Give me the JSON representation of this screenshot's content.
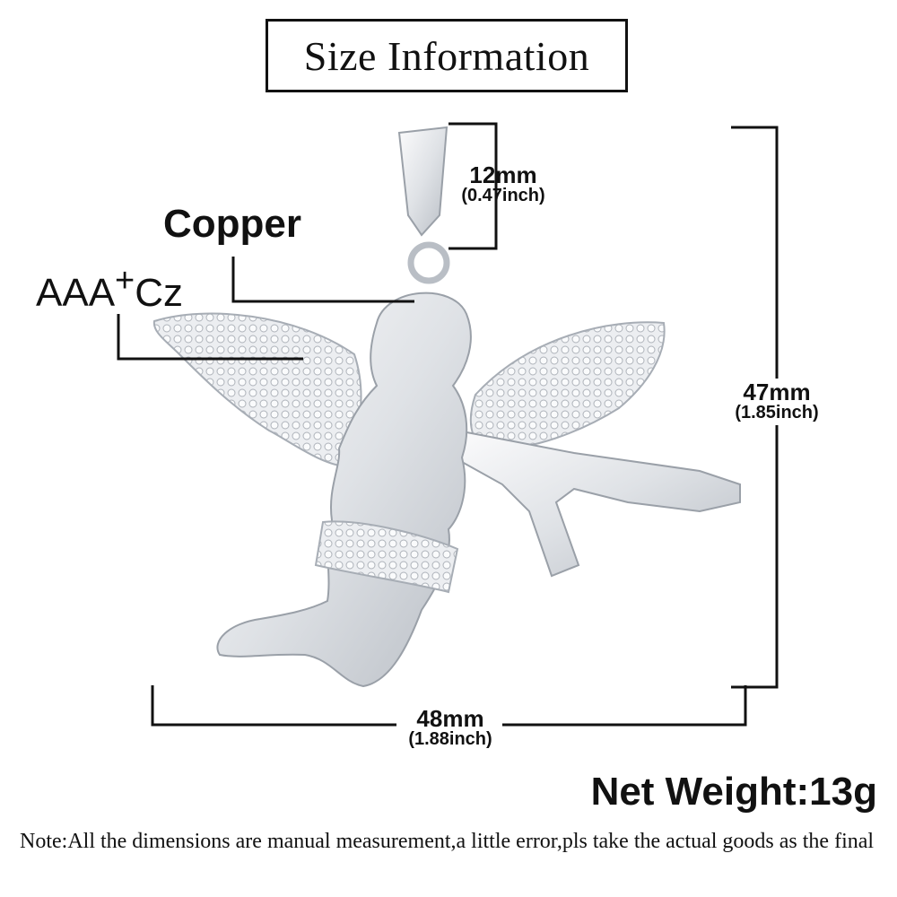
{
  "title": "Size Information",
  "labels": {
    "copper": "Copper",
    "cz_main": "AAA",
    "cz_plus": "+",
    "cz_suffix": "Cz"
  },
  "dimensions": {
    "bail_mm": "12mm",
    "bail_inch": "(0.47inch)",
    "height_mm": "47mm",
    "height_inch": "(1.85inch)",
    "width_mm": "48mm",
    "width_inch": "(1.88inch)"
  },
  "net_weight": "Net Weight:13g",
  "note": "Note:All the dimensions are manual measurement,a little error,pls take the actual goods as the final",
  "colors": {
    "ink": "#111111",
    "silver_light": "#f4f5f7",
    "silver_mid": "#d6d9de",
    "silver_dark": "#9aa0a8"
  }
}
